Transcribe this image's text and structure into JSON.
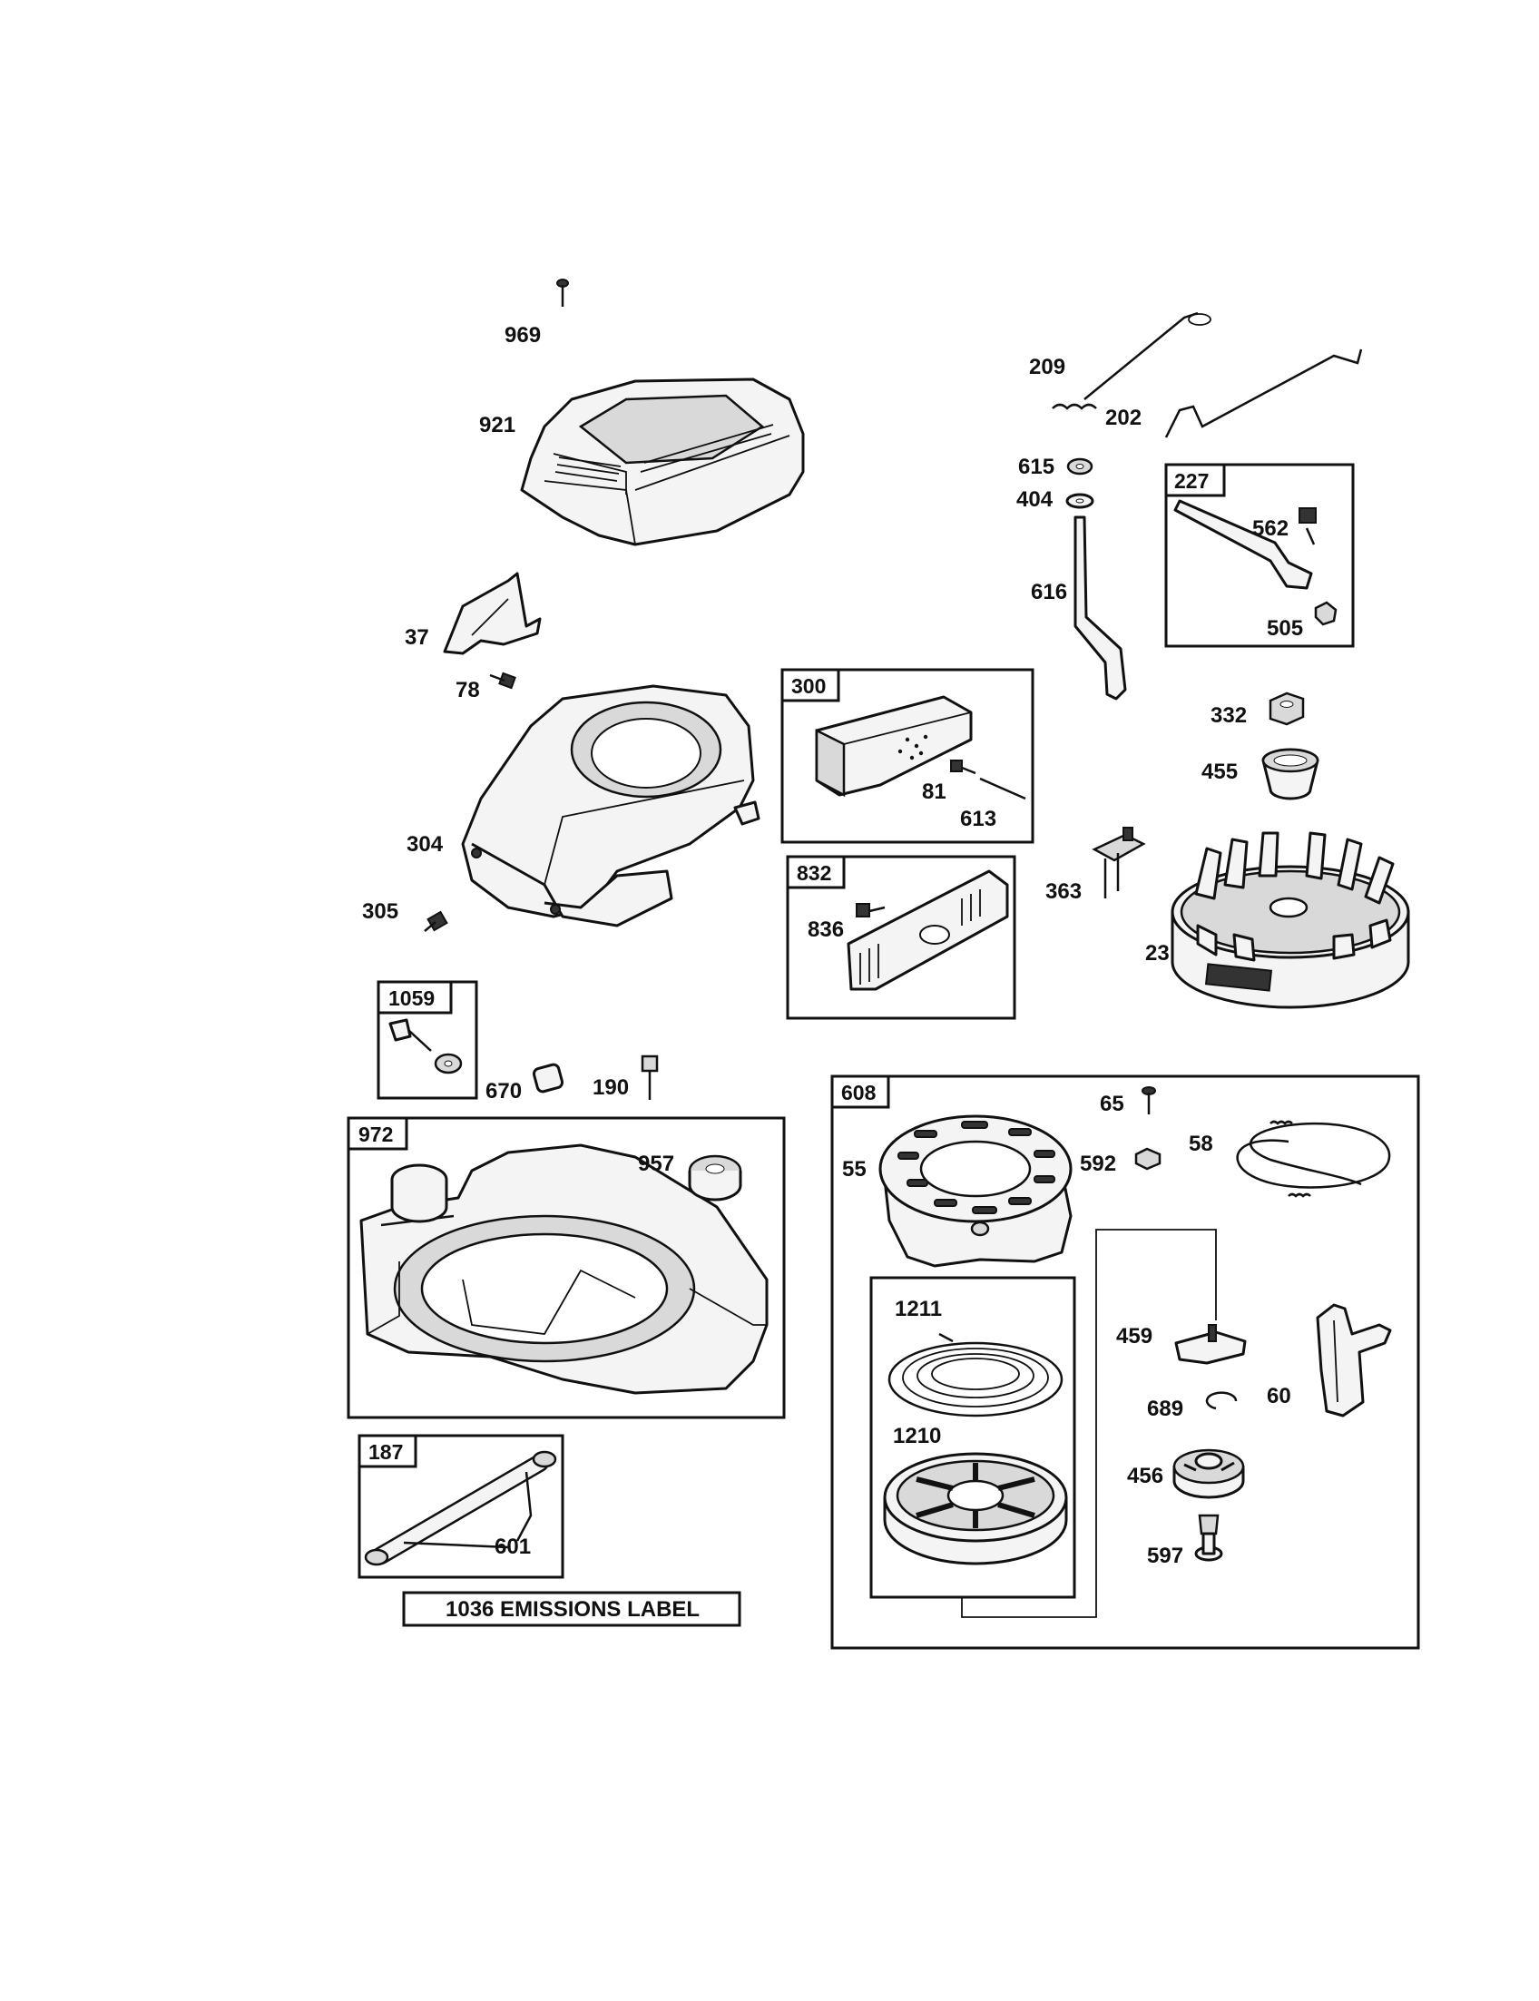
{
  "diagram": {
    "part_numbers": {
      "p969": "969",
      "p921": "921",
      "p37": "37",
      "p78": "78",
      "p304": "304",
      "p305": "305",
      "p209": "209",
      "p202": "202",
      "p615": "615",
      "p404": "404",
      "p616": "616",
      "p562": "562",
      "p505": "505",
      "p81": "81",
      "p613": "613",
      "p836": "836",
      "p332": "332",
      "p455": "455",
      "p363": "363",
      "p23": "23",
      "p670": "670",
      "p190": "190",
      "p957": "957",
      "p601": "601",
      "p65": "65",
      "p592": "592",
      "p58": "58",
      "p55": "55",
      "p1211": "1211",
      "p1210": "1210",
      "p459": "459",
      "p689": "689",
      "p60": "60",
      "p456": "456",
      "p597": "597"
    },
    "box_labels": {
      "b227": "227",
      "b300": "300",
      "b832": "832",
      "b1059": "1059",
      "b972": "972",
      "b187": "187",
      "b608": "608"
    },
    "emissions_label": "1036 EMISSIONS LABEL"
  }
}
